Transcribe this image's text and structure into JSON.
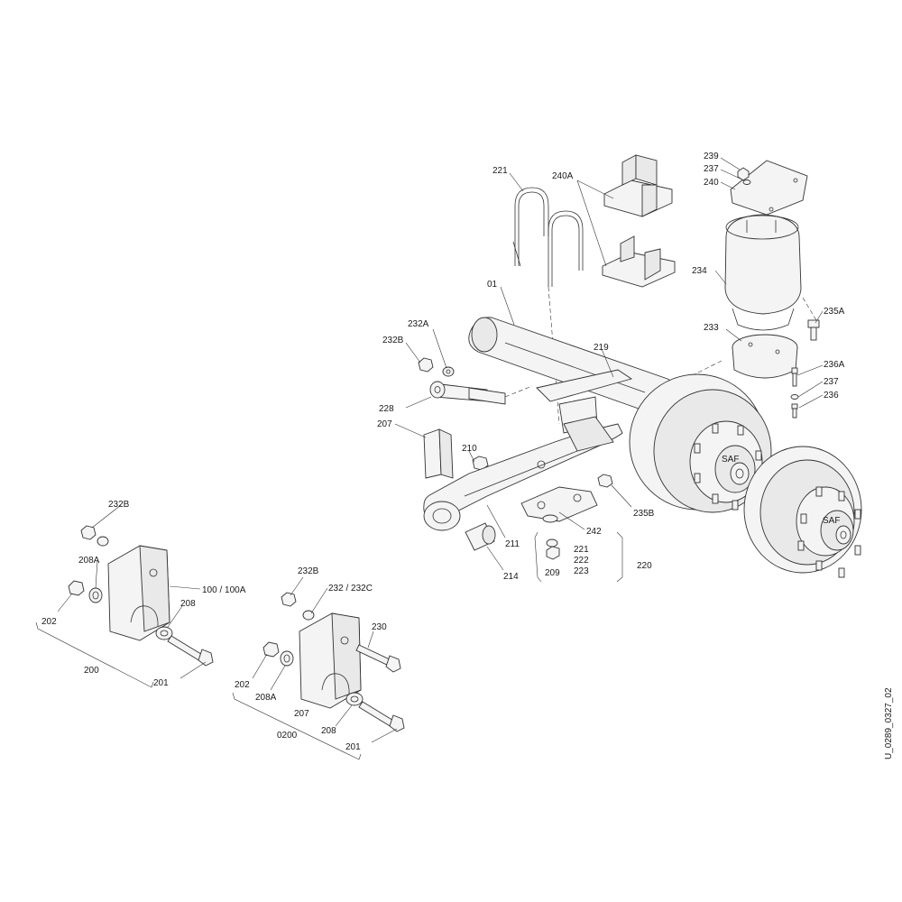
{
  "diagram": {
    "reference_code": "U_0289_0327_02",
    "labels": {
      "p221_top": "221",
      "p240A": "240A",
      "p239": "239",
      "p237_top": "237",
      "p240": "240",
      "p234": "234",
      "p235A": "235A",
      "p233": "233",
      "p236A": "236A",
      "p237_mid": "237",
      "p236": "236",
      "p01": "01",
      "p219": "219",
      "p232A_top": "232A",
      "p232B_top": "232B",
      "p228": "228",
      "p207_top": "207",
      "p210": "210",
      "p235B": "235B",
      "p242": "242",
      "p211": "211",
      "p214": "214",
      "p221_mid": "221",
      "p222": "222",
      "p223": "223",
      "p209": "209",
      "p220": "220",
      "p232B_left": "232B",
      "p208A_left": "208A",
      "p100_100A": "100 / 100A",
      "p208_left": "208",
      "p202_left": "202",
      "p200": "200",
      "p201_left": "201",
      "p232B_right": "232B",
      "p232_232C": "232 / 232C",
      "p230": "230",
      "p202_right": "202",
      "p208A_right": "208A",
      "p207_bottom": "207",
      "p0200": "0200",
      "p208_right": "208",
      "p201_right": "201"
    },
    "hub_text": "SAF"
  }
}
